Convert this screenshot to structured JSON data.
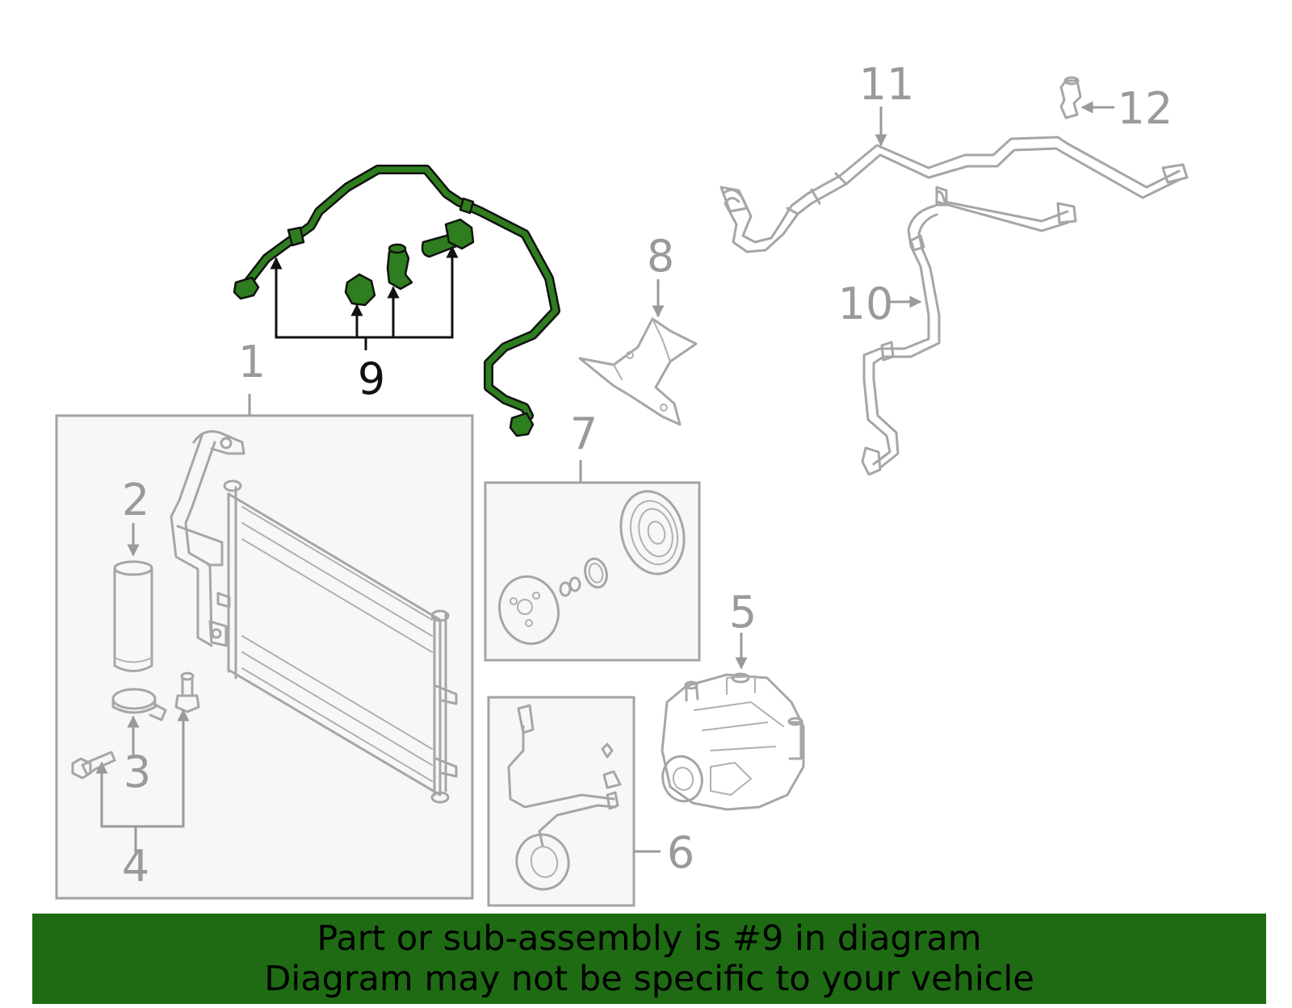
{
  "diagram": {
    "highlight_color": "#2e7d1e",
    "callouts": [
      {
        "id": "1",
        "text": "1"
      },
      {
        "id": "2",
        "text": "2"
      },
      {
        "id": "3",
        "text": "3"
      },
      {
        "id": "4",
        "text": "4"
      },
      {
        "id": "5",
        "text": "5"
      },
      {
        "id": "6",
        "text": "6"
      },
      {
        "id": "7",
        "text": "7"
      },
      {
        "id": "8",
        "text": "8"
      },
      {
        "id": "9",
        "text": "9"
      },
      {
        "id": "10",
        "text": "10"
      },
      {
        "id": "11",
        "text": "11"
      },
      {
        "id": "12",
        "text": "12"
      }
    ]
  },
  "banner": {
    "line1": "Part or sub-assembly is #9 in diagram",
    "line2": "Diagram may not be specific to your vehicle",
    "background": "#1e6b13"
  }
}
